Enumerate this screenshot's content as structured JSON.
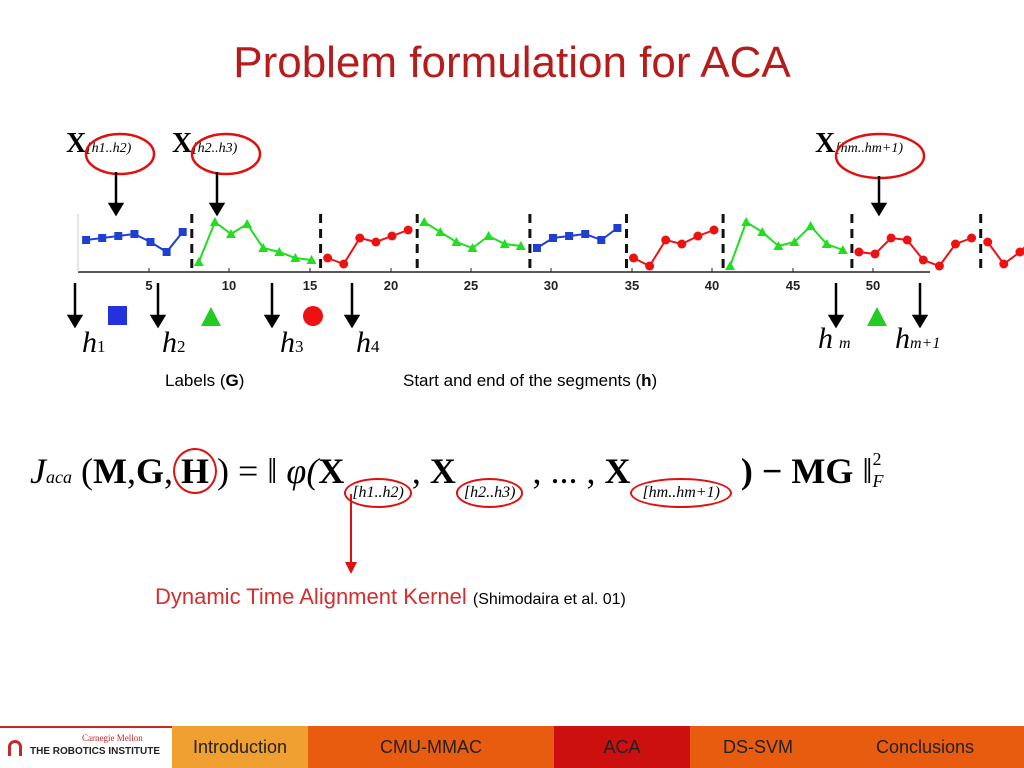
{
  "slide": {
    "title": "Problem formulation for ACA"
  },
  "chart": {
    "x_ticks": [
      "5",
      "10",
      "15",
      "20",
      "25",
      "30",
      "35",
      "40",
      "45",
      "50"
    ],
    "colors": {
      "blue": "#1e3fd0",
      "green": "#22dd22",
      "red": "#ee1111"
    }
  },
  "top_labels": {
    "x1": "X",
    "x1_sub": "[h1..h2)",
    "x2": "X",
    "x2_sub": "[h2..h3)",
    "xm": "X",
    "xm_sub": "[hm..hm+1)"
  },
  "boundaries": {
    "h": "h",
    "h1_sub": "1",
    "h2_sub": "2",
    "h3_sub": "3",
    "h4_sub": "4",
    "hm_sub": "m",
    "hm1_sub": "m+1"
  },
  "captions": {
    "labels_prefix": "Labels (",
    "labels_bold": "G",
    "labels_suffix": ")",
    "segments_prefix": "Start and end of the segments (",
    "segments_bold": "h",
    "segments_suffix": ")"
  },
  "equation": {
    "J": "J",
    "aca": "aca",
    "open": "(",
    "M": "M",
    "comma": ",",
    "G": "G",
    "H": "H",
    "close_eq": ") =",
    "norm": "‖",
    "phi": "φ(",
    "X": "X",
    "sub1": "[h1..h2)",
    "sub2": "[h2..h3)",
    "dots": ", ... ,",
    "subm": "[hm..hm+1)",
    "minus": ") − MG",
    "sup": "2",
    "subF": "F"
  },
  "dtak": {
    "name": "Dynamic Time Alignment Kernel",
    "citation": "(Shimodaira  et al. 01)"
  },
  "footer": {
    "logo_top": "Carnegie Mellon",
    "logo_bottom": "THE ROBOTICS INSTITUTE",
    "tabs": [
      {
        "label": "Introduction",
        "bg": "#f0a030",
        "active": false
      },
      {
        "label": "CMU-MMAC",
        "bg": "#e85c10",
        "active": false
      },
      {
        "label": "ACA",
        "bg": "#cc1010",
        "active": true
      },
      {
        "label": "DS-SVM",
        "bg": "#e85c10",
        "active": false
      },
      {
        "label": "Conclusions",
        "bg": "#e85c10",
        "active": false
      }
    ]
  }
}
